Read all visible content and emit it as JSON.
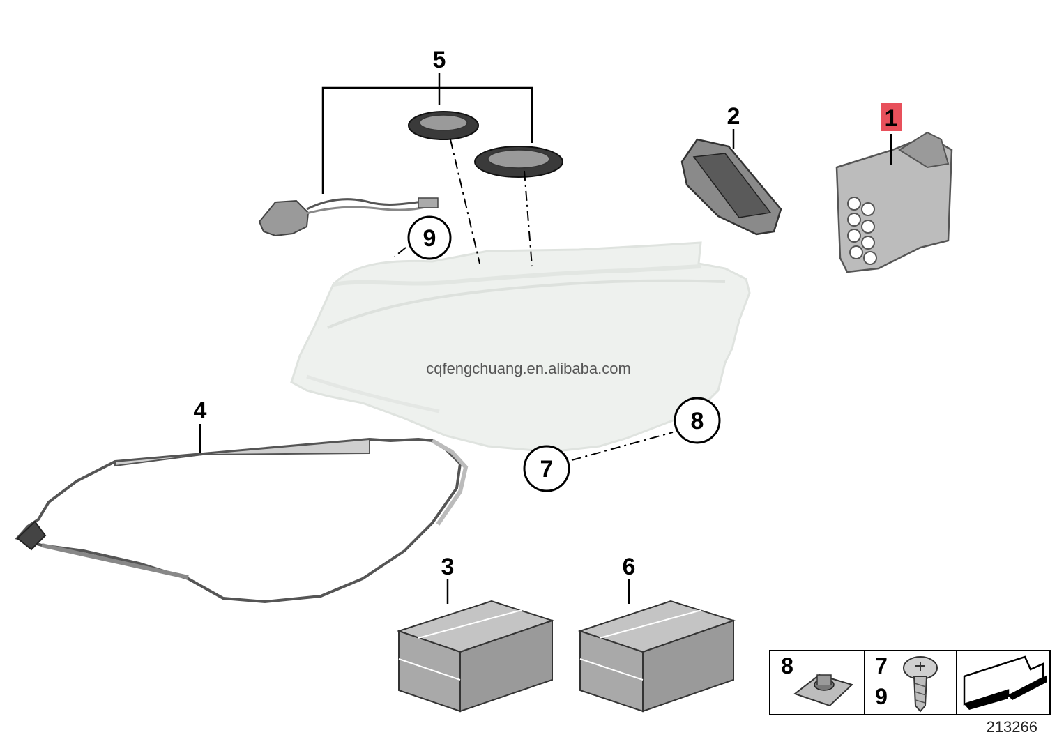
{
  "diagram": {
    "callouts": {
      "part_1": "1",
      "part_2": "2",
      "part_3": "3",
      "part_4": "4",
      "part_5": "5",
      "part_6": "6",
      "circled_7": "7",
      "circled_8": "8",
      "circled_9": "9"
    },
    "watermark": "cqfengchuang.en.alibaba.com",
    "legend": {
      "cell_1_label": "8",
      "cell_2_label_top": "7",
      "cell_2_label_bottom": "9"
    },
    "reference_number": "213266",
    "colors": {
      "highlight": "#e8505b",
      "box_gray": "#a9a9a9",
      "lens_fill": "#eef1ee"
    },
    "icons": [
      "wiring-harness-icon",
      "cover-cap-icon",
      "control-unit-icon",
      "led-module-icon",
      "seal-icon",
      "repair-kit-box-icon",
      "clip-nut-icon",
      "screw-icon",
      "arrow-icon"
    ]
  }
}
